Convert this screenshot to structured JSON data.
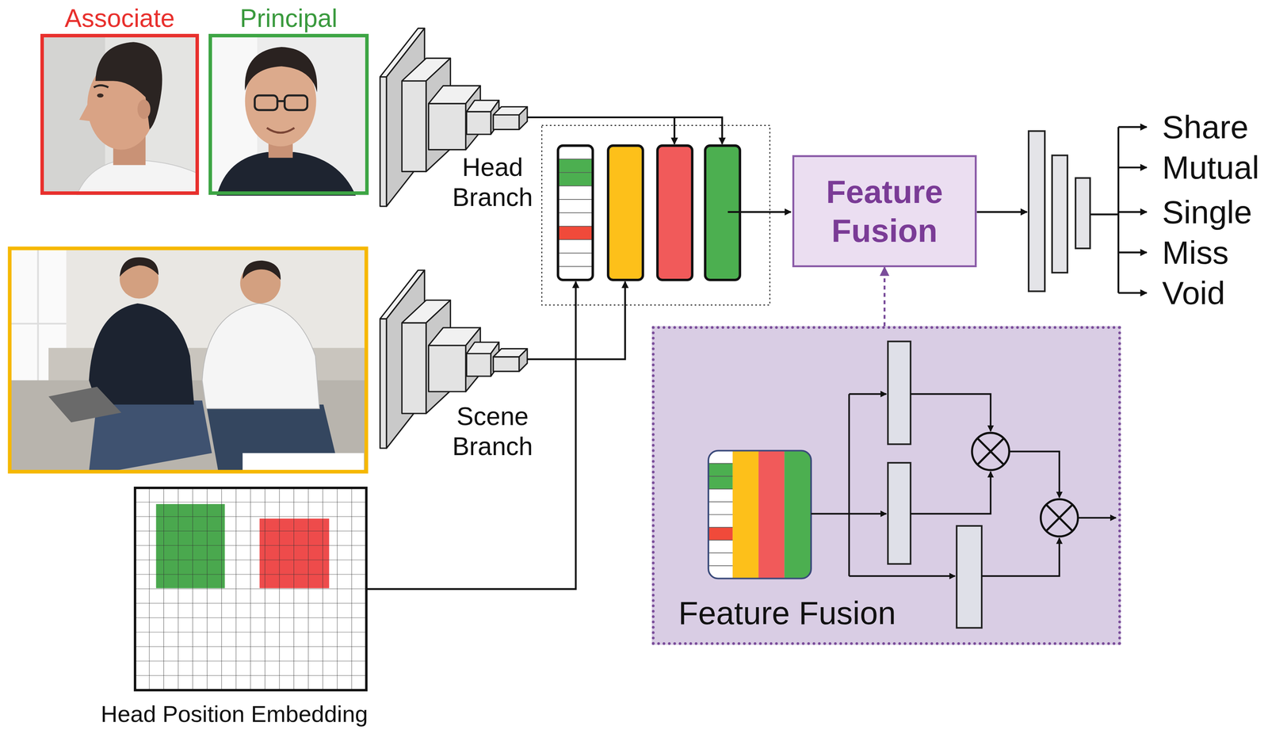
{
  "diagram": {
    "nodes": [
      {
        "text": [
          "Associate"
        ]
      },
      {
        "text": [
          "Principal"
        ]
      },
      {
        "text": [
          "Head Branch"
        ]
      },
      {
        "text": [
          "Scene Branch"
        ]
      },
      {
        "text": [
          "Head Position Embedding"
        ]
      },
      {
        "text": [
          "Feature Fusion"
        ]
      },
      {
        "text": [
          "Feature Fusion"
        ]
      }
    ],
    "edges": [
      {
        "from": 6,
        "to": 5,
        "arrow": "to"
      }
    ],
    "labels": [
      "Share",
      "Mutual",
      "Single",
      "Miss",
      "Void"
    ]
  }
}
